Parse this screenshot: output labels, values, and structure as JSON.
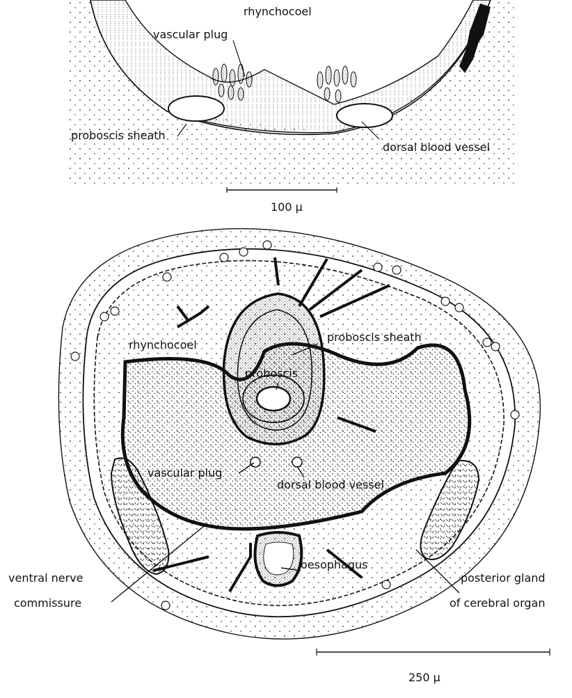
{
  "top_panel": {
    "labels": {
      "rhynchocoel": "rhynchocoel",
      "vascular_plug": "vascular plug",
      "proboscis_sheath": "proboscis sheath",
      "dorsal_blood_vessel": "dorsal blood vessel"
    },
    "scale_bar": "100 μ"
  },
  "bottom_panel": {
    "labels": {
      "rhynchocoel": "rhynchocoel",
      "proboscis_sheath": "proboscis sheath",
      "proboscis": "proboscis",
      "vascular_plug": "vascular plug",
      "dorsal_blood_vessel": "dorsal blood vessel",
      "oesophagus": "oesophagus",
      "ventral_nerve_commissure_1": "ventral nerve",
      "ventral_nerve_commissure_2": "commissure",
      "posterior_gland_1": "posterior gland",
      "posterior_gland_2": "of cerebral organ"
    },
    "scale_bar": "250 μ"
  }
}
